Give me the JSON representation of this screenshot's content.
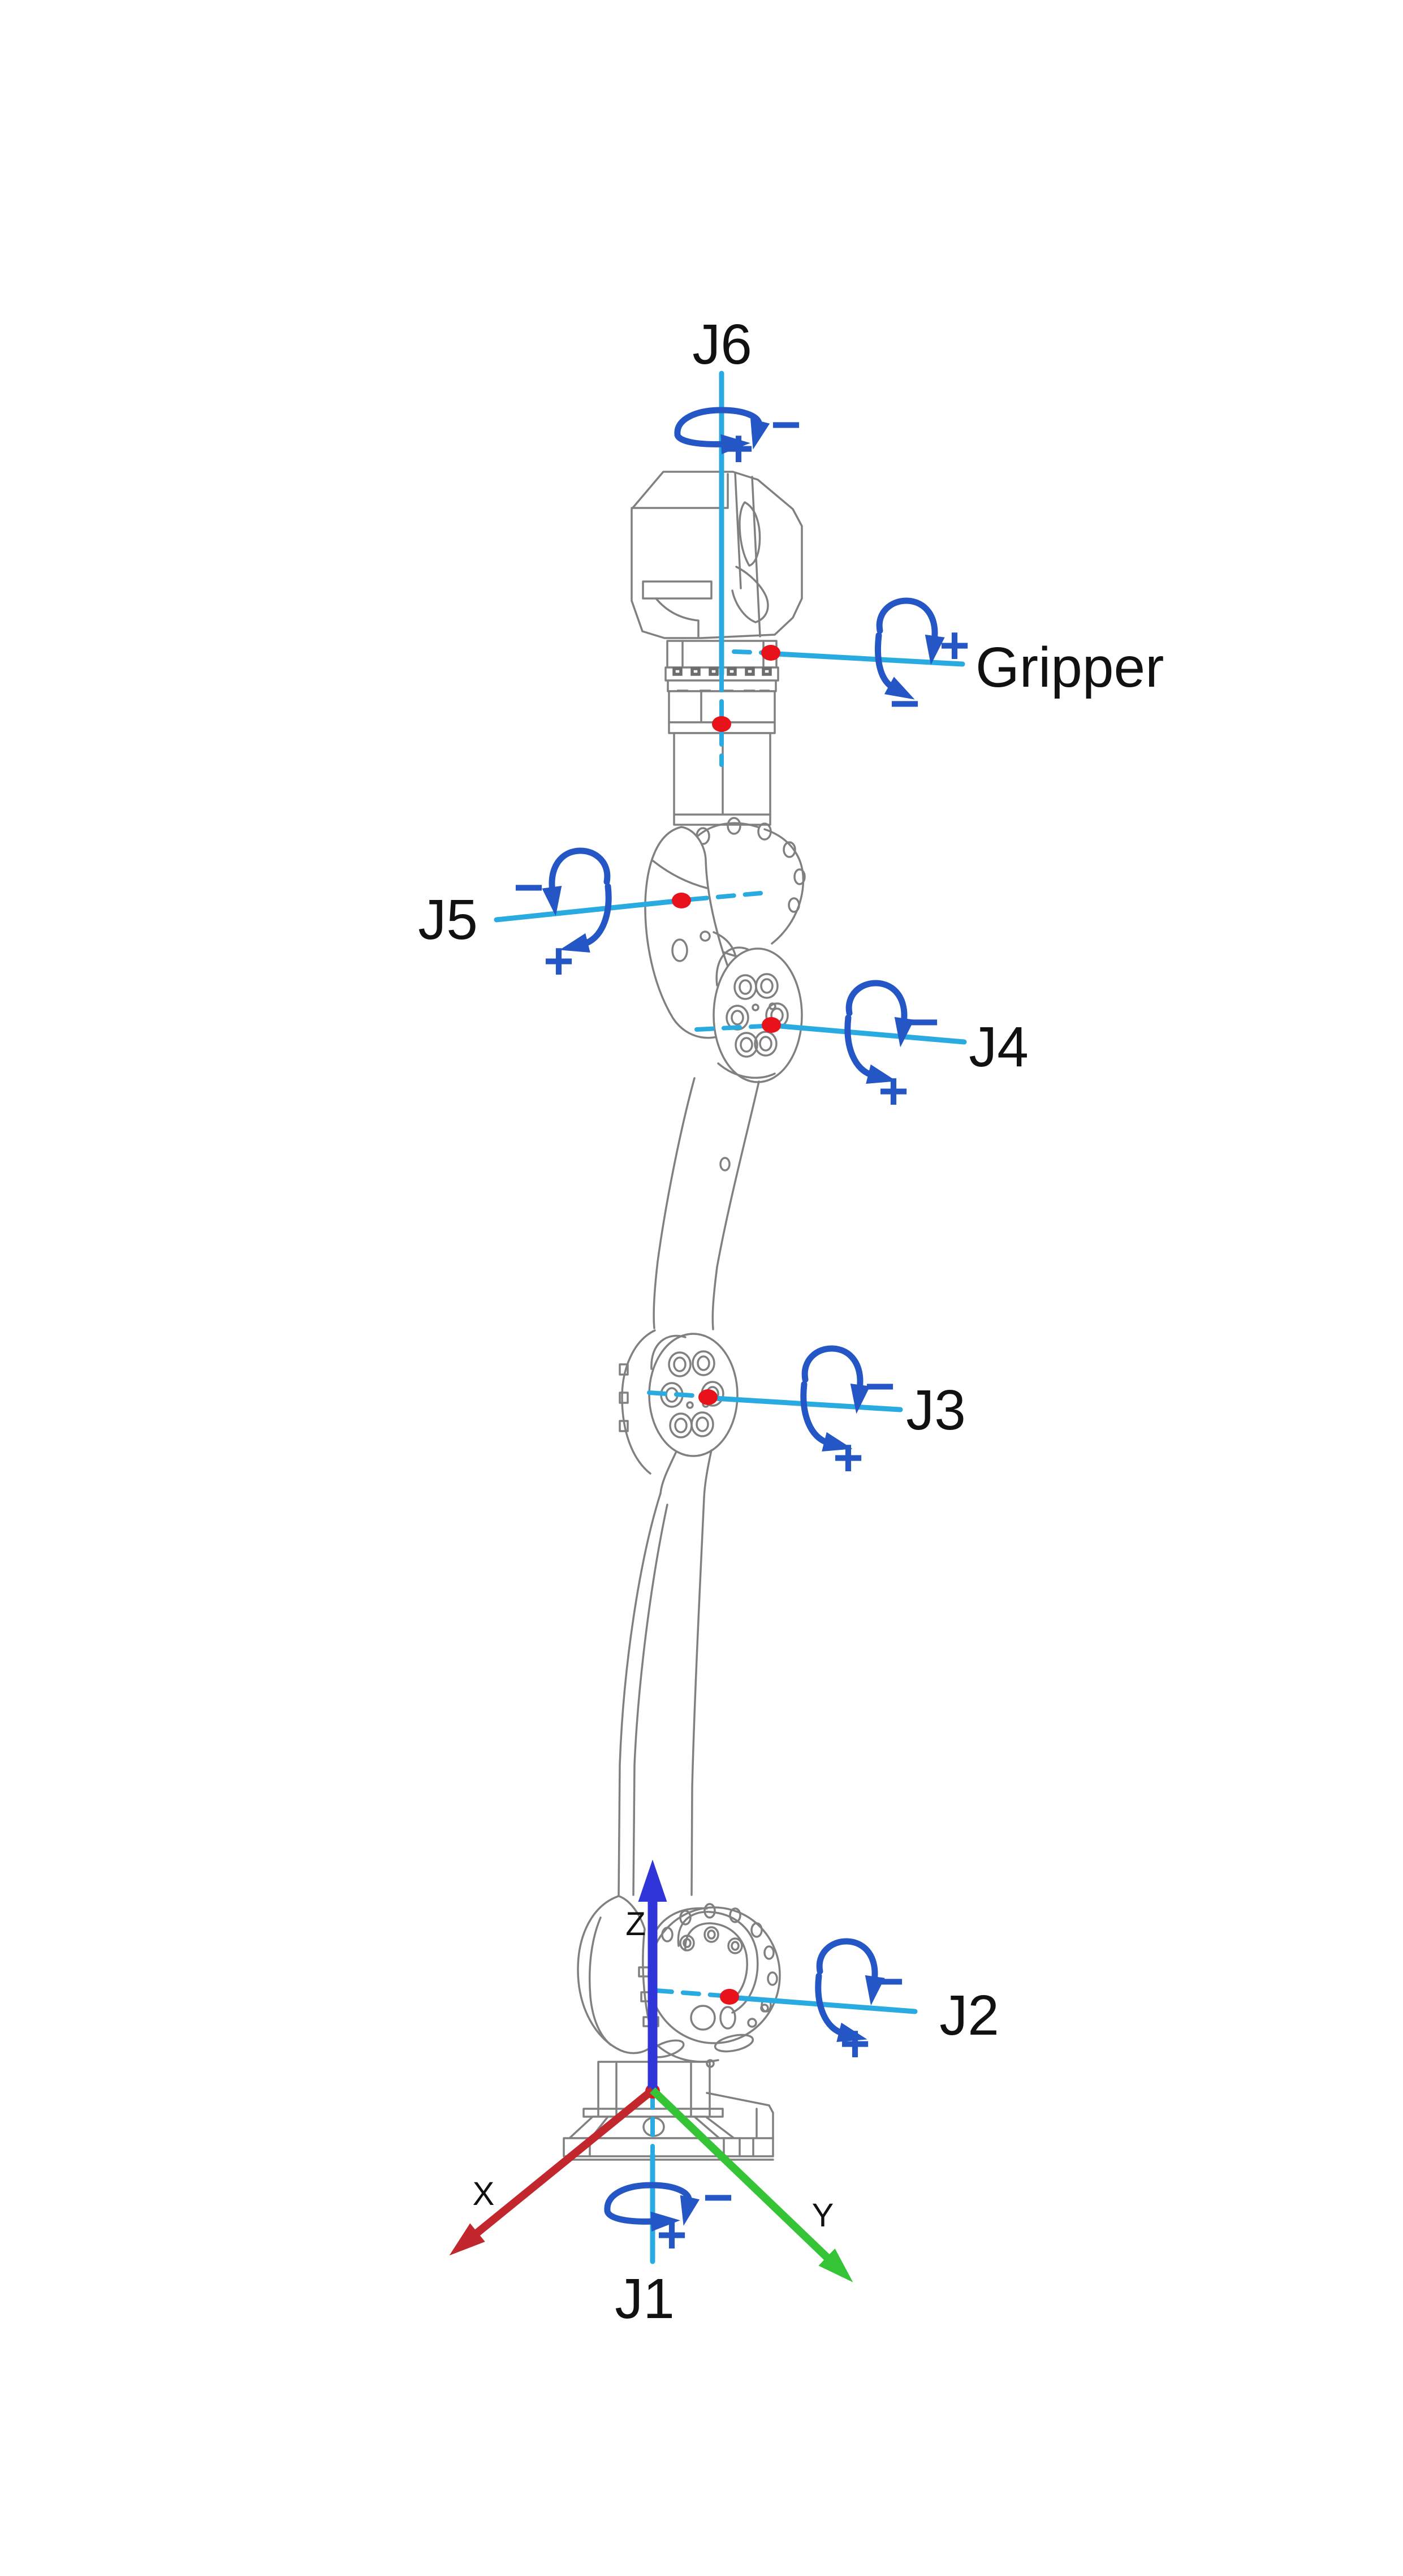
{
  "joints": [
    {
      "name": "J6",
      "plus": "+",
      "minus": "−"
    },
    {
      "name": "Gripper",
      "plus": "+",
      "minus": "−"
    },
    {
      "name": "J5",
      "plus": "+",
      "minus": "−"
    },
    {
      "name": "J4",
      "plus": "+",
      "minus": "−"
    },
    {
      "name": "J3",
      "plus": "+",
      "minus": "−"
    },
    {
      "name": "J2",
      "plus": "+",
      "minus": "−"
    },
    {
      "name": "J1",
      "plus": "+",
      "minus": "−"
    }
  ],
  "base_frame": {
    "x": "X",
    "y": "Y",
    "z": "Z"
  },
  "colors": {
    "joint_axis_line": "#29abe2",
    "rotation_arrow": "#2457c5",
    "joint_dot": "#e8121a",
    "x_axis": "#c1272d",
    "y_axis": "#35c435",
    "z_axis": "#2f35d9",
    "robot_outline": "#808080",
    "label_text": "#111111",
    "background": "#ffffff"
  }
}
